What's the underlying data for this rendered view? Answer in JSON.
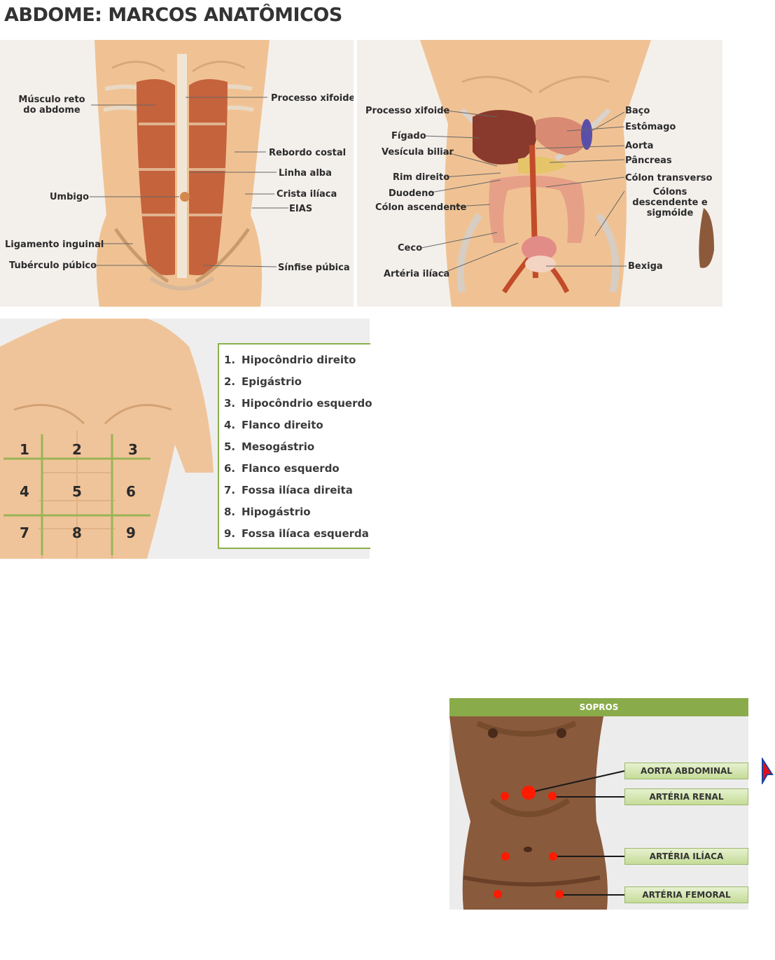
{
  "title": "ABDOME: MARCOS ANATÔMICOS",
  "panel1": {
    "labels": {
      "musculo": "Músculo reto do abdome",
      "xifoide": "Processo xifoide",
      "rebordo": "Rebordo costal",
      "alba": "Linha alba",
      "umbigo": "Umbigo",
      "crista": "Crista ilíaca",
      "eias": "EIAS",
      "ligamento": "Ligamento inguinal",
      "tuberculo": "Tubérculo púbico",
      "sinfise": "Sínfise púbica"
    }
  },
  "panel2": {
    "labels": {
      "xifoide": "Processo xifoide",
      "figado": "Fígado",
      "vesicula": "Vesícula biliar",
      "rim": "Rim direito",
      "duodeno": "Duodeno",
      "colon_asc": "Cólon ascendente",
      "ceco": "Ceco",
      "arteria": "Artéria ilíaca",
      "baco": "Baço",
      "estomago": "Estômago",
      "aorta": "Aorta",
      "pancreas": "Pâncreas",
      "colon_transv": "Cólon transverso",
      "colons_desc": "Cólons descendente e sigmóide",
      "bexiga": "Bexiga"
    }
  },
  "regions": {
    "grid_numbers": [
      "1",
      "2",
      "3",
      "4",
      "5",
      "6",
      "7",
      "8",
      "9"
    ],
    "items": [
      {
        "num": "1.",
        "label": "Hipocôndrio direito"
      },
      {
        "num": "2.",
        "label": "Epigástrio"
      },
      {
        "num": "3.",
        "label": "Hipocôndrio esquerdo"
      },
      {
        "num": "4.",
        "label": "Flanco direito"
      },
      {
        "num": "5.",
        "label": "Mesogástrio"
      },
      {
        "num": "6.",
        "label": "Flanco esquerdo"
      },
      {
        "num": "7.",
        "label": "Fossa ilíaca direita"
      },
      {
        "num": "8.",
        "label": "Hipogástrio"
      },
      {
        "num": "9.",
        "label": "Fossa ilíaca esquerda"
      }
    ]
  },
  "sopros": {
    "header": "SOPROS",
    "tags": [
      "AORTA ABDOMINAL",
      "ARTÉRIA RENAL",
      "ARTÉRIA ILÍACA",
      "ARTÉRIA FEMORAL"
    ]
  },
  "colors": {
    "skin": "#f0c293",
    "muscle": "#c5633c",
    "green": "#8aab4a",
    "dot": "#ff1a00",
    "cursor": "#e0101a"
  }
}
